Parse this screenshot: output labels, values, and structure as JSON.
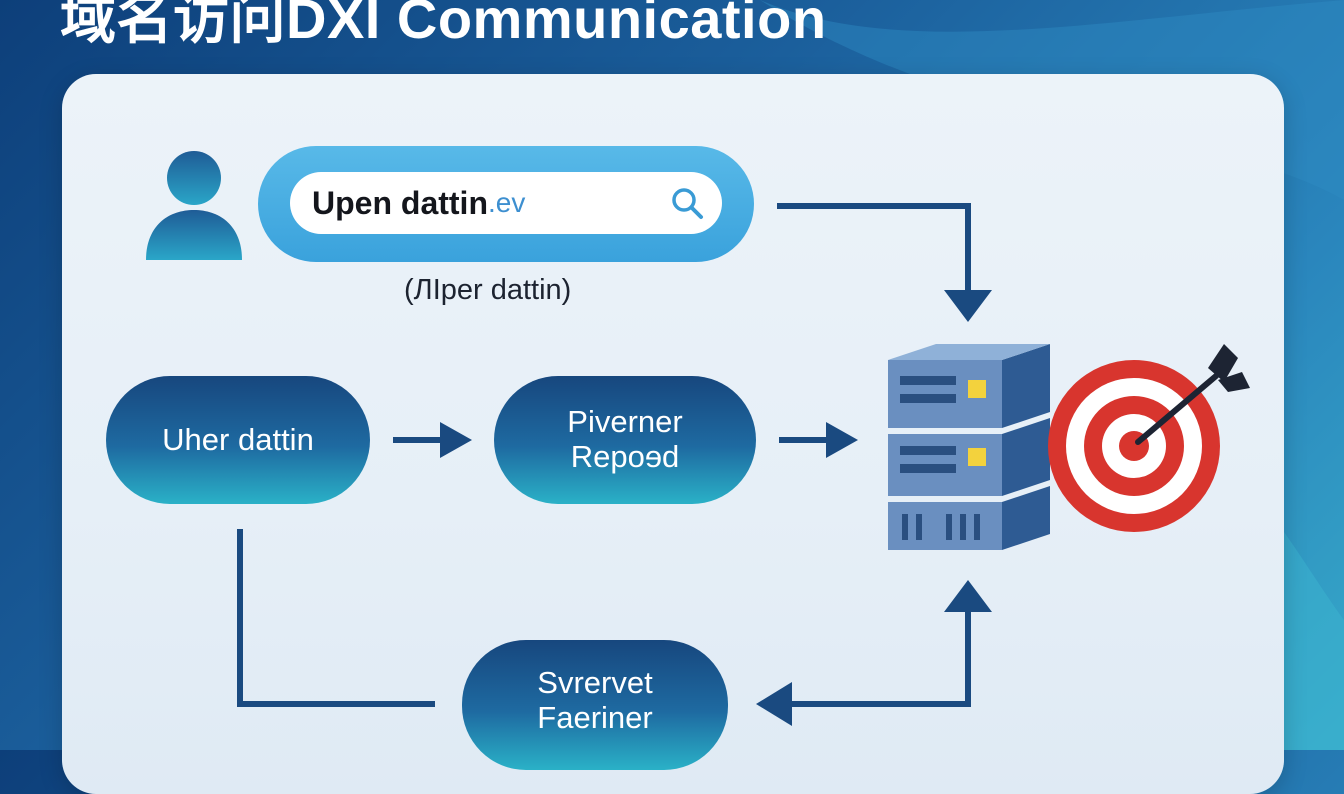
{
  "header": {
    "title": "域名访问DXI Communication"
  },
  "search": {
    "value": "Upen dattin",
    "suffix": ".ev",
    "caption": "(ЛIper dattin)"
  },
  "nodes": {
    "user_data": "Uher dattin",
    "processor": [
      "Piverner",
      "Repoɘd"
    ],
    "server_feedback": [
      "Svrervet",
      "Faeriner"
    ]
  },
  "colors": {
    "background_dark": "#0d3f7a",
    "panel": "#e9f1f8",
    "pill_top": "#17477e",
    "pill_bottom": "#2ab1c7",
    "search_pill": "#48acdf",
    "arrow": "#1a4a80",
    "server": "#5e84b6",
    "target_red": "#d8352e",
    "indicator_yellow": "#f3d23d"
  },
  "icons": [
    "user-icon",
    "search-icon",
    "server-icon",
    "target-icon",
    "arrow-icon"
  ]
}
